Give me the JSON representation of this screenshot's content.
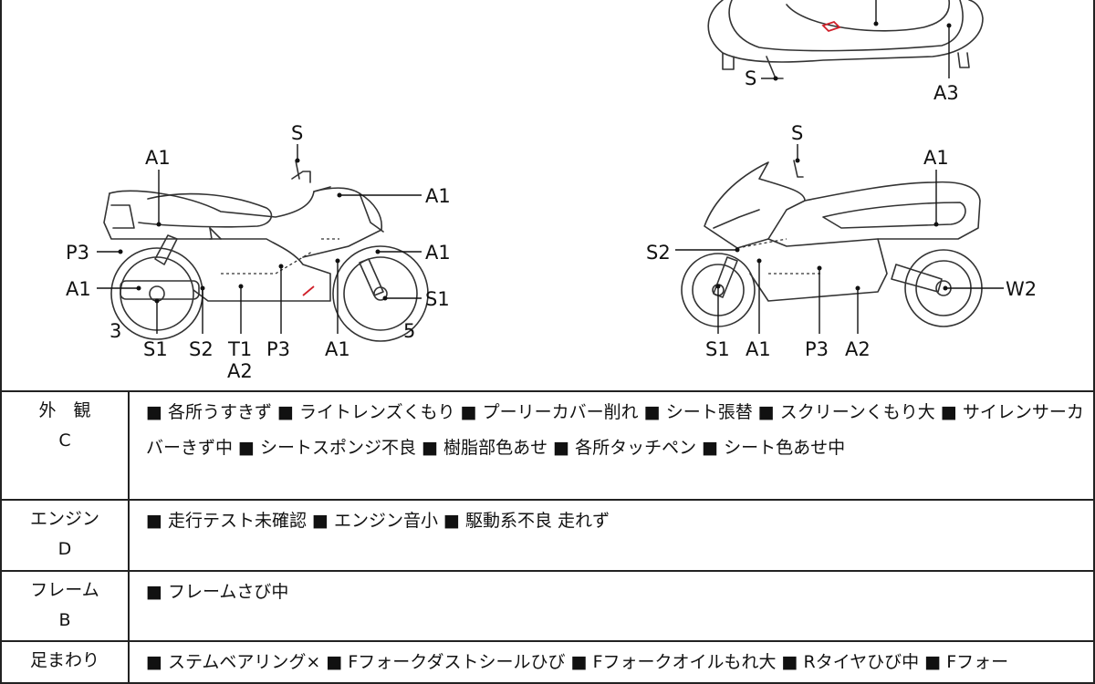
{
  "diagram": {
    "top_view_labels": {
      "stand": "S",
      "rear": "A3"
    },
    "left_view_labels": {
      "mirror": "S",
      "body_rear": "A1",
      "cowl": "A1",
      "front_fender": "A1",
      "rear_fender": "P3",
      "muffler": "A1",
      "front_wheel": "S1",
      "rear_axle_num": "3",
      "front_axle_num": "5",
      "b_s1": "S1",
      "b_s2": "S2",
      "b_t1": "T1",
      "b_a2": "A2",
      "b_p3": "P3",
      "b_a1": "A1"
    },
    "right_view_labels": {
      "mirror": "S",
      "body_rear": "A1",
      "fork": "S2",
      "rear_axle": "W2",
      "b_s1": "S1",
      "b_a1": "A1",
      "b_p3": "P3",
      "b_a2": "A2"
    }
  },
  "condition_rows": [
    {
      "category": "外　観",
      "grade": "C",
      "items": "■ 各所うすきず ■ ライトレンズくもり ■ プーリーカバー削れ ■ シート張替 ■ スクリーンくもり大 ■ サイレンサーカバーきず中 ■ シートスポンジ不良 ■ 樹脂部色あせ ■ 各所タッチペン ■ シート色あせ中"
    },
    {
      "category": "エンジン",
      "grade": "D",
      "items": "■ 走行テスト未確認 ■ エンジン音小 ■ 駆動系不良 走れず"
    },
    {
      "category": "フレーム",
      "grade": "B",
      "items": "■ フレームさび中"
    },
    {
      "category": "足まわり",
      "grade": "",
      "items": "■ ステムベアリング× ■ Fフォークダストシールひび ■ Fフォークオイルもれ大 ■ Rタイヤひび中 ■ Fフォー"
    }
  ],
  "colors": {
    "line": "#222222",
    "damage_mark": "#d0202a",
    "background": "#ffffff"
  }
}
